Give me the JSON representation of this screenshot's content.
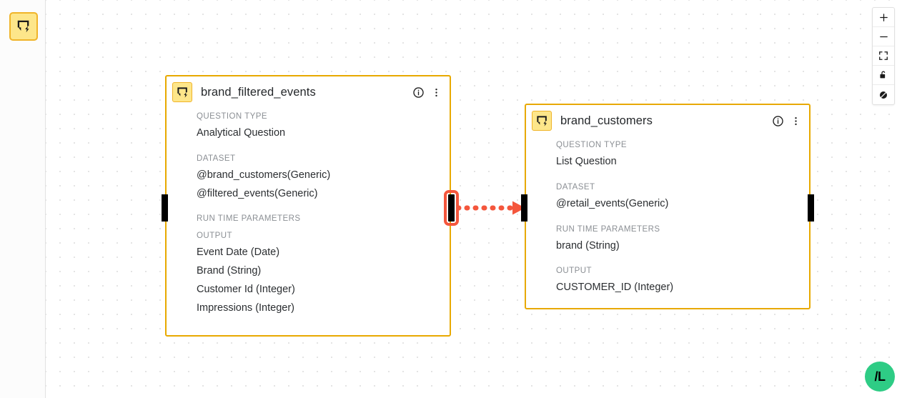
{
  "sidebar": {
    "tools": [
      {
        "name": "question-node-tool",
        "icon": "speech-bubble-lightning-icon"
      }
    ]
  },
  "canvas": {
    "background": "dot-grid",
    "dot_color": "#e4e4e4",
    "accent_color": "#e8a900",
    "edge_color": "#f4563c"
  },
  "nodes": [
    {
      "id": "brand_filtered_events",
      "title": "brand_filtered_events",
      "icon": "speech-bubble-lightning-icon",
      "info_icon": "info-circle-icon",
      "menu_icon": "more-vertical-icon",
      "sections": [
        {
          "label": "QUESTION TYPE",
          "values": [
            "Analytical Question"
          ]
        },
        {
          "label": "DATASET",
          "values": [
            "@brand_customers(Generic)",
            "@filtered_events(Generic)"
          ]
        },
        {
          "label": "RUN TIME PARAMETERS",
          "values": []
        },
        {
          "label": "OUTPUT",
          "values": [
            "Event Date (Date)",
            "Brand (String)",
            "Customer Id (Integer)",
            "Impressions (Integer)"
          ]
        }
      ],
      "ports": {
        "left": {
          "name": "input-port",
          "selected": false
        },
        "right": {
          "name": "output-port",
          "selected": true
        }
      }
    },
    {
      "id": "brand_customers",
      "title": "brand_customers",
      "icon": "speech-bubble-lightning-icon",
      "info_icon": "info-circle-icon",
      "menu_icon": "more-vertical-icon",
      "sections": [
        {
          "label": "QUESTION TYPE",
          "values": [
            "List Question"
          ]
        },
        {
          "label": "DATASET",
          "values": [
            "@retail_events(Generic)"
          ]
        },
        {
          "label": "RUN TIME PARAMETERS",
          "values": [
            "brand (String)"
          ]
        },
        {
          "label": "OUTPUT",
          "values": [
            "CUSTOMER_ID (Integer)"
          ]
        }
      ],
      "ports": {
        "left": {
          "name": "input-port",
          "selected": false
        },
        "right": {
          "name": "output-port",
          "selected": false
        }
      }
    }
  ],
  "edges": [
    {
      "name": "connection-brand_filtered_events-to-brand_customers",
      "style": "dotted-arrow",
      "color": "#f4563c"
    }
  ],
  "zoom_toolbar": {
    "buttons": [
      {
        "name": "zoom-in-button",
        "icon": "plus-icon",
        "glyph": "+"
      },
      {
        "name": "zoom-out-button",
        "icon": "minus-icon",
        "glyph": "−"
      },
      {
        "name": "fit-to-screen-button",
        "icon": "fullscreen-icon",
        "glyph": ""
      },
      {
        "name": "lock-canvas-button",
        "icon": "lock-open-icon",
        "glyph": ""
      },
      {
        "name": "disable-interactivity-button",
        "icon": "no-entry-icon",
        "glyph": ""
      }
    ]
  },
  "fab": {
    "name": "logo-button",
    "label": "/L",
    "color": "#2ecc85"
  }
}
